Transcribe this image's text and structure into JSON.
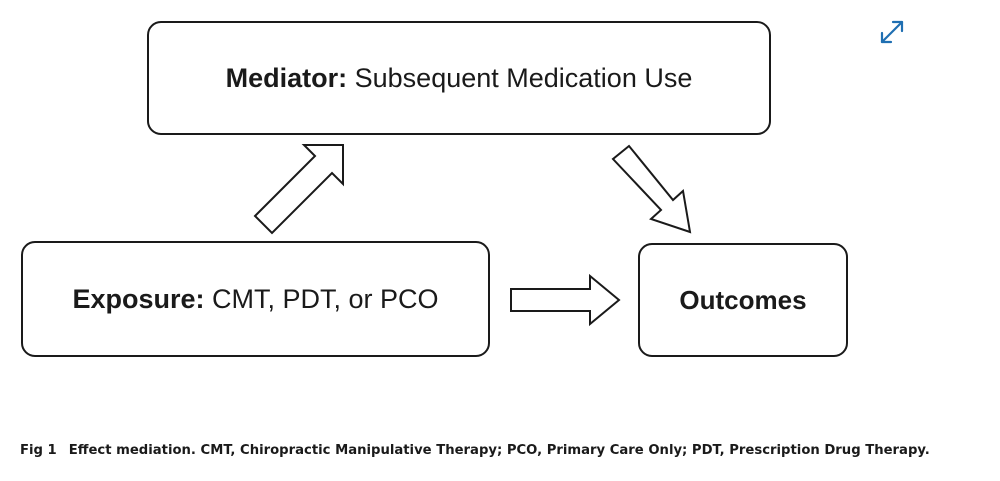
{
  "diagram": {
    "mediator": {
      "label": "Mediator:",
      "text": "Subsequent Medication Use"
    },
    "exposure": {
      "label": "Exposure:",
      "text": "CMT, PDT, or PCO"
    },
    "outcomes": {
      "text": "Outcomes"
    }
  },
  "caption": {
    "fig_label": "Fig 1",
    "text": "Effect mediation. CMT, Chiropractic Manipulative Therapy; PCO, Primary Care Only; PDT, Prescription Drug Therapy."
  },
  "colors": {
    "stroke": "#1a1a1a",
    "icon": "#1f6fb2"
  },
  "icons": {
    "expand": "expand-icon"
  }
}
